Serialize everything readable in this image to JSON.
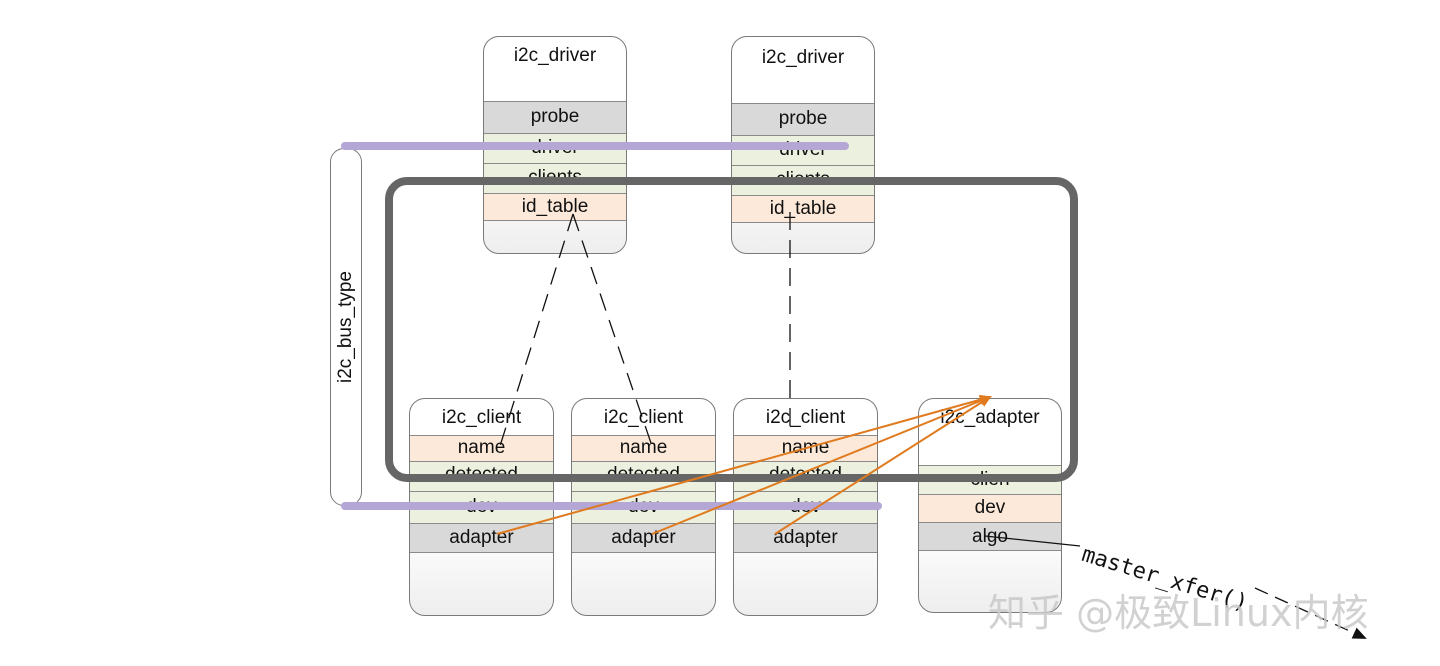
{
  "drivers": [
    {
      "title": "i2c_driver",
      "fields": [
        "probe",
        "driver",
        "clients",
        "id_table"
      ]
    },
    {
      "title": "i2c_driver",
      "fields": [
        "probe",
        "driver",
        "clients",
        "id_table"
      ]
    }
  ],
  "clients": [
    {
      "title": "i2c_client",
      "fields": [
        "name",
        "detected",
        "dev",
        "adapter"
      ]
    },
    {
      "title": "i2c_client",
      "fields": [
        "name",
        "detected",
        "dev",
        "adapter"
      ]
    },
    {
      "title": "i2c_client",
      "fields": [
        "name",
        "detected",
        "dev",
        "adapter"
      ]
    }
  ],
  "adapter": {
    "title": "i2c_adapter",
    "fields": [
      "clien",
      "dev",
      "algo"
    ]
  },
  "bus": {
    "label": "i2c_bus_type"
  },
  "call": {
    "label": "master_xfer()"
  },
  "watermark": "知乎 @极致Linux内核",
  "colors": {
    "bus_line": "#b4a7d6",
    "bus_outline": "#666666",
    "adapter_arrow": "#e07a1f",
    "field_gray": "#d9d9d9",
    "field_green": "#ebf1de",
    "field_peach": "#fde9d9"
  }
}
